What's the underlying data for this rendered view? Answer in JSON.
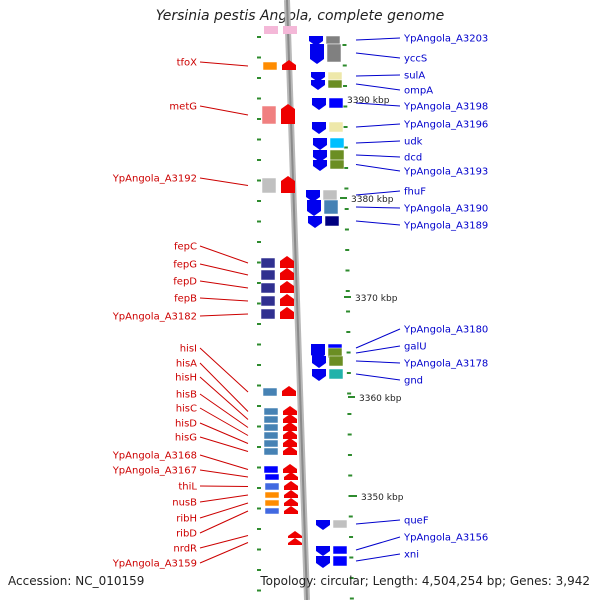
{
  "header": {
    "title": "Yersinia pestis Angola, complete genome"
  },
  "footer": {
    "accession": "Accession: NC_010159",
    "topology": "Topology: circular; Length: 4,504,254 bp; Genes: 3,942"
  },
  "ruler": {
    "ticks": [
      {
        "label": "3390 kbp",
        "kbp": 3390
      },
      {
        "label": "3380 kbp",
        "kbp": 3380
      },
      {
        "label": "3370 kbp",
        "kbp": 3370
      },
      {
        "label": "3360 kbp",
        "kbp": 3360
      },
      {
        "label": "3350 kbp",
        "kbp": 3350
      }
    ]
  },
  "reverse_genes": [
    {
      "name": "tfoX",
      "color": "#ff8c00"
    },
    {
      "name": "metG",
      "color": "#f08080"
    },
    {
      "name": "YpAngola_A3192",
      "color": "#c0c0c0"
    },
    {
      "name": "fepC",
      "color": "#303090"
    },
    {
      "name": "fepG",
      "color": "#303090"
    },
    {
      "name": "fepD",
      "color": "#303090"
    },
    {
      "name": "fepB",
      "color": "#303090"
    },
    {
      "name": "YpAngola_A3182",
      "color": "#303090"
    },
    {
      "name": "hisI",
      "color": "#4682b4"
    },
    {
      "name": "hisA",
      "color": "#4682b4"
    },
    {
      "name": "hisH",
      "color": "#4682b4"
    },
    {
      "name": "hisB",
      "color": "#4682b4"
    },
    {
      "name": "hisC",
      "color": "#4682b4"
    },
    {
      "name": "hisD",
      "color": "#4682b4"
    },
    {
      "name": "hisG",
      "color": "#4682b4"
    },
    {
      "name": "YpAngola_A3168",
      "color": "#0000ff"
    },
    {
      "name": "YpAngola_A3167",
      "color": "#0000ff"
    },
    {
      "name": "thiL",
      "color": "#4169e1"
    },
    {
      "name": "nusB",
      "color": "#ff8c00"
    },
    {
      "name": "ribH",
      "color": "#ff8c00"
    },
    {
      "name": "ribD",
      "color": "#4169e1"
    },
    {
      "name": "nrdR",
      "color": "#0000ff"
    },
    {
      "name": "YpAngola_A3159",
      "color": "#ffc0cb"
    }
  ],
  "forward_genes": [
    {
      "name": "YpAngola_A3203",
      "color": "#808080"
    },
    {
      "name": "yccS",
      "color": "#808080"
    },
    {
      "name": "sulA",
      "color": "#eee8aa"
    },
    {
      "name": "ompA",
      "color": "#6b8e23"
    },
    {
      "name": "YpAngola_A3198",
      "color": "#0000ff"
    },
    {
      "name": "YpAngola_A3196",
      "color": "#eee8aa"
    },
    {
      "name": "udk",
      "color": "#00bfff"
    },
    {
      "name": "dcd",
      "color": "#6b8e23"
    },
    {
      "name": "YpAngola_A3193",
      "color": "#6b8e23"
    },
    {
      "name": "fhuF",
      "color": "#c0c0c0"
    },
    {
      "name": "YpAngola_A3190",
      "color": "#4682b4"
    },
    {
      "name": "YpAngola_A3189",
      "color": "#000080"
    },
    {
      "name": "YpAngola_A3180",
      "color": "#0000ff"
    },
    {
      "name": "galU",
      "color": "#6b8e23"
    },
    {
      "name": "YpAngola_A3178",
      "color": "#6b8e23"
    },
    {
      "name": "gnd",
      "color": "#20b2aa"
    },
    {
      "name": "queF",
      "color": "#c0c0c0"
    },
    {
      "name": "YpAngola_A3156",
      "color": "#0000ff"
    },
    {
      "name": "xni",
      "color": "#0000ff"
    }
  ]
}
